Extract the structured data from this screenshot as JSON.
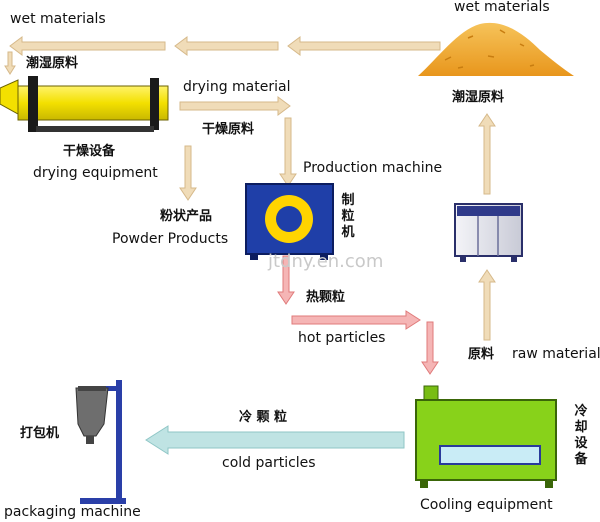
{
  "labels": {
    "wet_materials_top_left": "wet materials",
    "wet_materials_zh_left": "潮湿原料",
    "drying_material": "drying material",
    "drying_material_zh": "干燥原料",
    "wet_materials_top_right": "wet materials",
    "wet_materials_zh_right": "潮湿原料",
    "drying_equipment_zh": "干燥设备",
    "drying_equipment": "drying equipment",
    "production_machine": "Production machine",
    "production_machine_zh": "制粒机",
    "powder_products_zh": "粉状产品",
    "powder_products": "Powder Products",
    "watermark": "jtdny.en.com",
    "hot_particles_zh": "热颗粒",
    "hot_particles": "hot particles",
    "raw_material_zh": "原料",
    "raw_material": "raw material",
    "cold_particles_zh": "冷 颗 粒",
    "cold_particles": "cold particles",
    "cooling_equipment_zh": "冷却设备",
    "cooling_equipment": "Cooling equipment",
    "packaging_machine_zh": "打包机",
    "packaging_machine": "packaging machine"
  },
  "colors": {
    "flow_arrow": "#f0dcb8",
    "flow_arrow_stroke": "#d6b98a",
    "hot_arrow": "#f5b5b5",
    "cold_arrow": "#bfe3e3",
    "dryer": "#f3e000",
    "granulator": "#1f3fa8",
    "granulator_ring": "#ffd400",
    "cooler": "#88d21a",
    "pile": "#f0a72a"
  }
}
